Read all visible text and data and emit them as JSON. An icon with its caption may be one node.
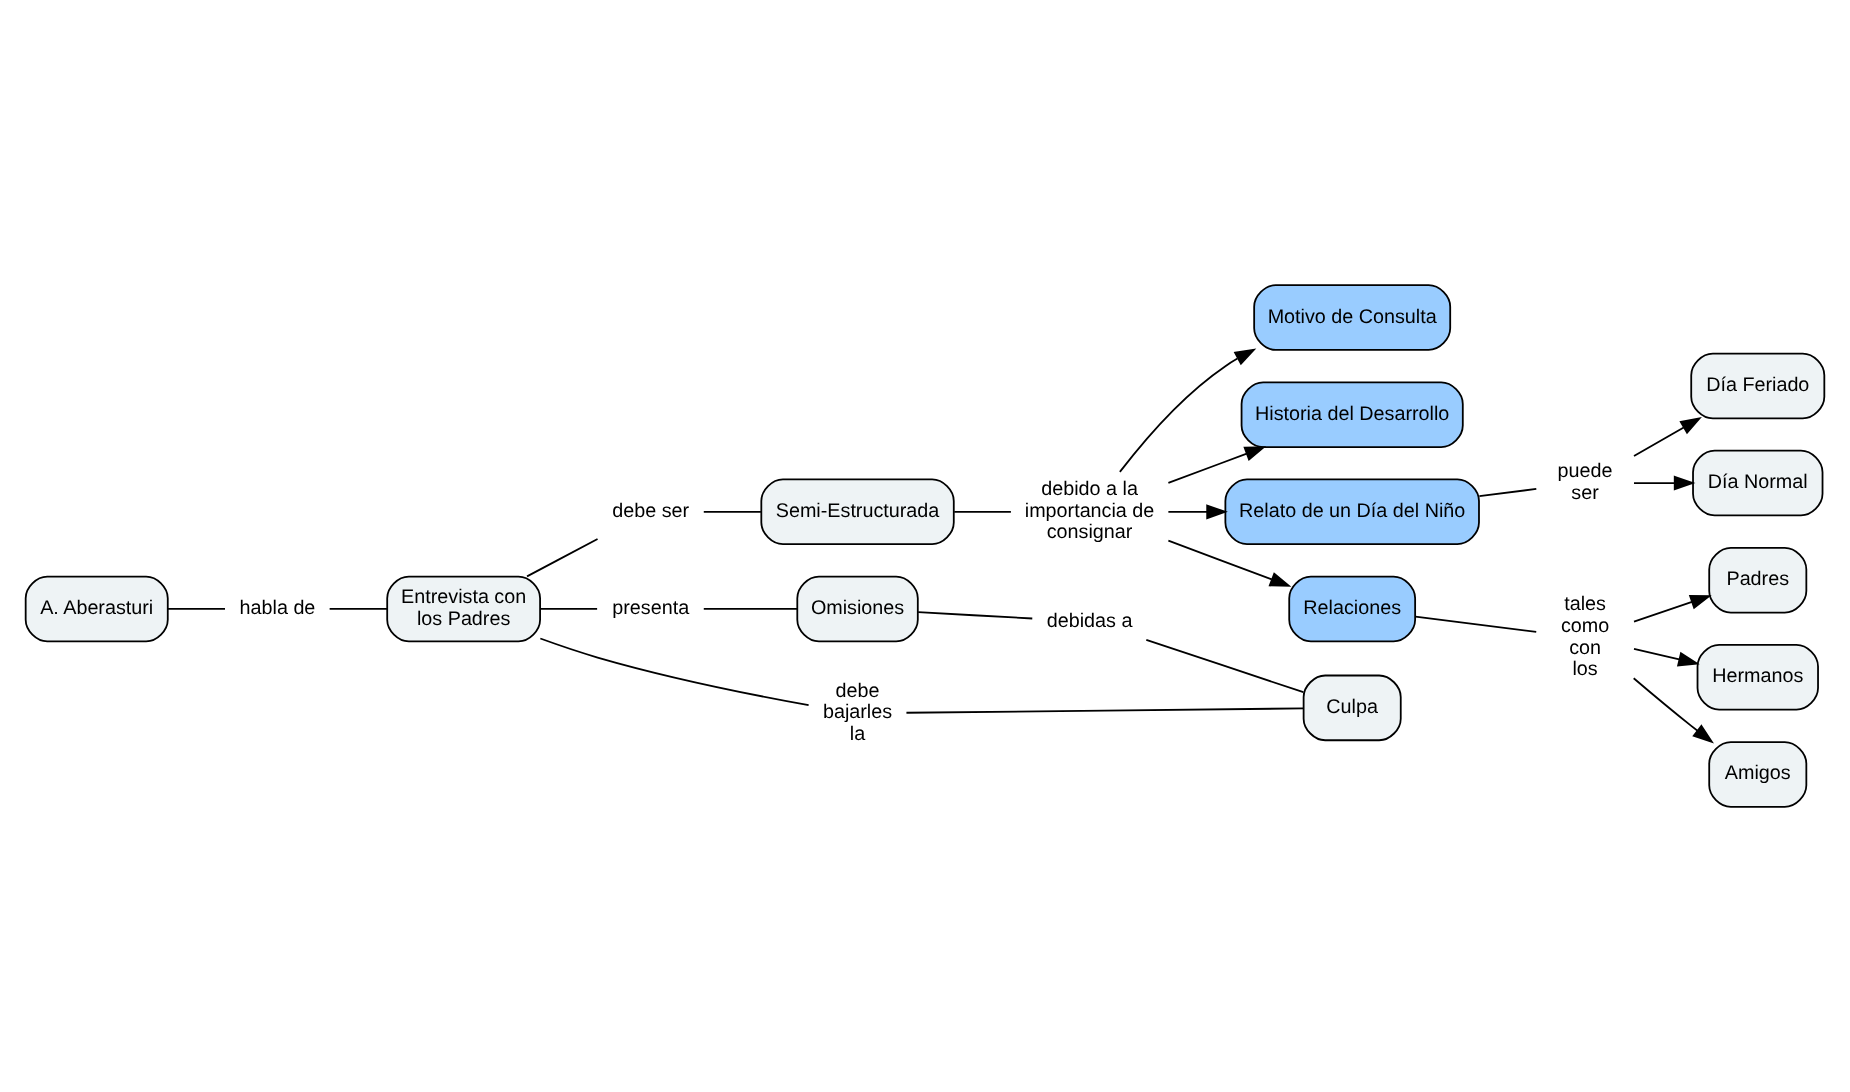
{
  "diagram": {
    "nodes": [
      {
        "text": [
          "A. Aberasturi"
        ]
      },
      {
        "text": [
          "habla de"
        ]
      },
      {
        "text": [
          "Entrevista con los Padres"
        ]
      },
      {
        "text": [
          "debe ser"
        ]
      },
      {
        "text": [
          "Semi-Estructurada"
        ]
      },
      {
        "text": [
          "presenta"
        ]
      },
      {
        "text": [
          "debe bajarles la"
        ]
      },
      {
        "text": [
          "Omisiones"
        ]
      },
      {
        "text": [
          "debidas a"
        ]
      },
      {
        "text": [
          "Culpa"
        ]
      },
      {
        "text": [
          "debido a la importancia de consignar"
        ]
      },
      {
        "text": [
          "Motivo de Consulta"
        ]
      },
      {
        "text": [
          "Historia del Desarrollo"
        ]
      },
      {
        "text": [
          "Relato de un Día del Niño"
        ]
      },
      {
        "text": [
          "Relaciones"
        ]
      },
      {
        "text": [
          "puede ser"
        ]
      },
      {
        "text": [
          "Día Feriado"
        ]
      },
      {
        "text": [
          "Día Normal"
        ]
      },
      {
        "text": [
          "tales como con los"
        ]
      },
      {
        "text": [
          "Padres"
        ]
      },
      {
        "text": [
          "Hermanos"
        ]
      },
      {
        "text": [
          "Amigos"
        ]
      }
    ],
    "edges": [
      {
        "from": 0,
        "to": 1,
        "arrow": "none"
      },
      {
        "from": 1,
        "to": 2,
        "arrow": "none"
      },
      {
        "from": 2,
        "to": 3,
        "arrow": "none"
      },
      {
        "from": 3,
        "to": 4,
        "arrow": "none"
      },
      {
        "from": 2,
        "to": 5,
        "arrow": "none"
      },
      {
        "from": 5,
        "to": 7,
        "arrow": "none"
      },
      {
        "from": 2,
        "to": 6,
        "arrow": "none"
      },
      {
        "from": 6,
        "to": 9,
        "arrow": "none"
      },
      {
        "from": 7,
        "to": 8,
        "arrow": "none"
      },
      {
        "from": 8,
        "to": 9,
        "arrow": "none"
      },
      {
        "from": 4,
        "to": 10,
        "arrow": "none"
      },
      {
        "from": 10,
        "to": 11,
        "arrow": "to"
      },
      {
        "from": 10,
        "to": 12,
        "arrow": "to"
      },
      {
        "from": 10,
        "to": 13,
        "arrow": "to"
      },
      {
        "from": 10,
        "to": 14,
        "arrow": "to"
      },
      {
        "from": 13,
        "to": 15,
        "arrow": "none"
      },
      {
        "from": 15,
        "to": 16,
        "arrow": "to"
      },
      {
        "from": 15,
        "to": 17,
        "arrow": "to"
      },
      {
        "from": 14,
        "to": 18,
        "arrow": "none"
      },
      {
        "from": 18,
        "to": 19,
        "arrow": "to"
      },
      {
        "from": 18,
        "to": 20,
        "arrow": "to"
      },
      {
        "from": 18,
        "to": 21,
        "arrow": "to"
      }
    ]
  }
}
